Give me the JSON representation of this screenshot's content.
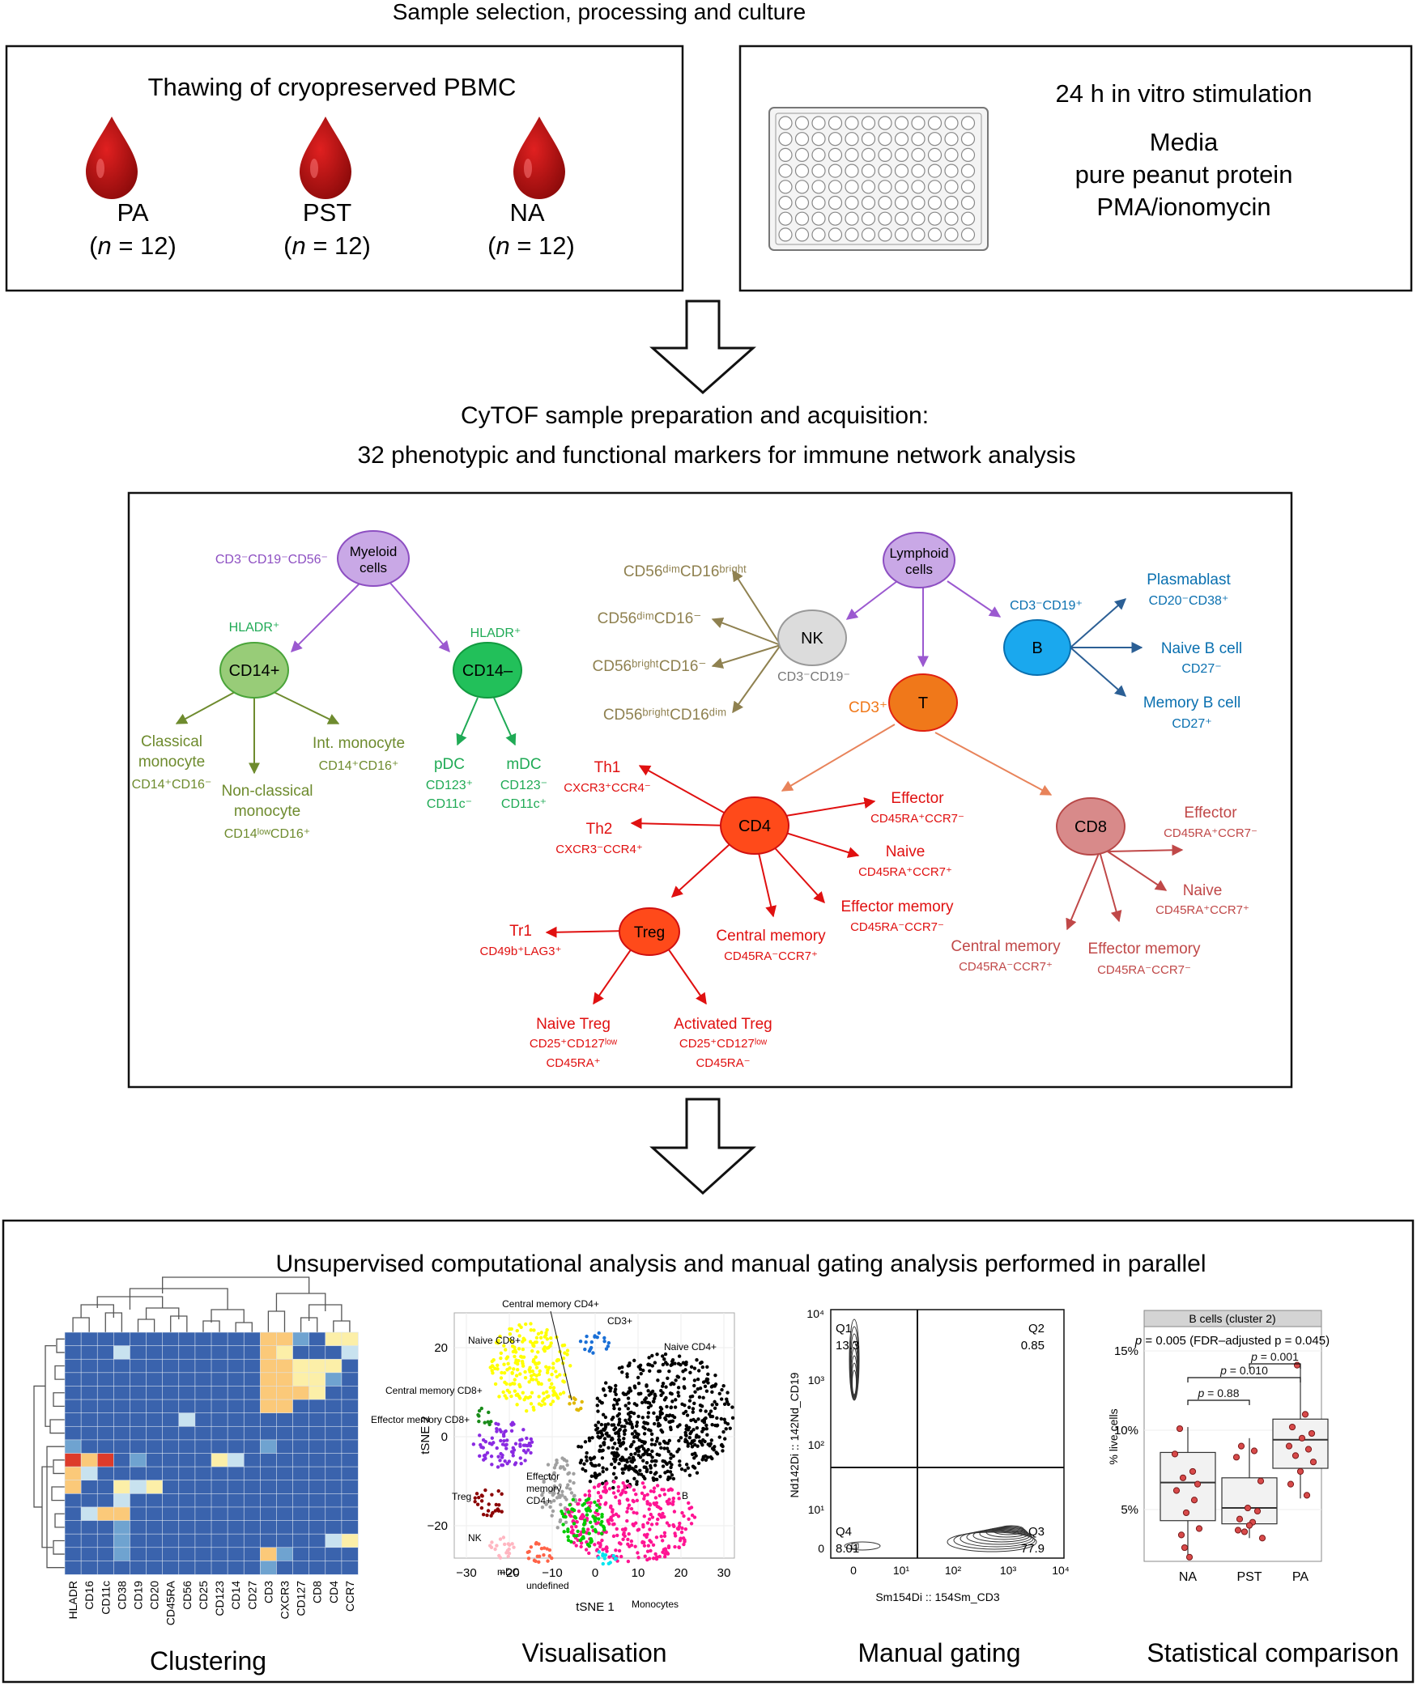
{
  "section1": {
    "title": "Sample selection, processing and culture",
    "thaw_title": "Thawing of cryopreserved PBMC",
    "groups": [
      {
        "label": "PA",
        "n_prefix": "(",
        "n_italic": "n",
        "n_suffix": " = 12)"
      },
      {
        "label": "PST",
        "n_prefix": "(",
        "n_italic": "n",
        "n_suffix": " = 12)"
      },
      {
        "label": "NA",
        "n_prefix": "(",
        "n_italic": "n",
        "n_suffix": " = 12)"
      }
    ],
    "stim_title": "24 h in vitro stimulation",
    "stim_conditions": [
      "Media",
      "pure peanut protein",
      "PMA/ionomycin"
    ]
  },
  "section2": {
    "title_line1": "CyTOF sample preparation and acquisition:",
    "title_line2": "32 phenotypic and functional markers for immune network analysis"
  },
  "tree": {
    "myeloid": {
      "line1": "Myeloid",
      "line2": "cells",
      "marker": "CD3⁻CD19⁻CD56⁻"
    },
    "cd14p": {
      "label": "CD14+",
      "marker": "HLADR⁺"
    },
    "cd14m": {
      "label": "CD14–",
      "marker": "HLADR⁺"
    },
    "classical": {
      "l1": "Classical",
      "l2": "monocyte",
      "m": "CD14⁺CD16⁻"
    },
    "nonclassical": {
      "l1": "Non-classical",
      "l2": "monocyte",
      "m": "CD14ˡᵒʷCD16⁺"
    },
    "intmono": {
      "l1": "Int. monocyte",
      "m": "CD14⁺CD16⁺"
    },
    "pdc": {
      "l1": "pDC",
      "m1": "CD123⁺",
      "m2": "CD11c⁻"
    },
    "mdc": {
      "l1": "mDC",
      "m1": "CD123⁻",
      "m2": "CD11c⁺"
    },
    "lymphoid": {
      "line1": "Lymphoid",
      "line2": "cells"
    },
    "nk": {
      "label": "NK",
      "marker": "CD3⁻CD19⁻"
    },
    "nk_subsets": [
      "CD56ᵈⁱᵐCD16ᵇʳⁱᵍʰᵗ",
      "CD56ᵈⁱᵐCD16⁻",
      "CD56ᵇʳⁱᵍʰᵗCD16⁻",
      "CD56ᵇʳⁱᵍʰᵗCD16ᵈⁱᵐ"
    ],
    "b": {
      "label": "B",
      "marker": "CD3⁻CD19⁺"
    },
    "b_subsets": [
      {
        "l": "Plasmablast",
        "m": "CD20⁻CD38⁺"
      },
      {
        "l": "Naive B cell",
        "m": "CD27⁻"
      },
      {
        "l": "Memory B cell",
        "m": "CD27⁺"
      }
    ],
    "t": {
      "label": "T",
      "marker": "CD3⁺"
    },
    "cd4": {
      "label": "CD4"
    },
    "cd8": {
      "label": "CD8"
    },
    "th1": {
      "l": "Th1",
      "m": "CXCR3⁺CCR4⁻"
    },
    "th2": {
      "l": "Th2",
      "m": "CXCR3⁻CCR4⁺"
    },
    "cd4_subsets": [
      {
        "l": "Effector",
        "m": "CD45RA⁺CCR7⁻"
      },
      {
        "l": "Naive",
        "m": "CD45RA⁺CCR7⁺"
      },
      {
        "l": "Effector memory",
        "m": "CD45RA⁻CCR7⁻"
      },
      {
        "l": "Central memory",
        "m": "CD45RA⁻CCR7⁺"
      }
    ],
    "treg": {
      "label": "Treg"
    },
    "tr1": {
      "l": "Tr1",
      "m": "CD49b⁺LAG3⁺"
    },
    "naive_treg": {
      "l": "Naive Treg",
      "m1": "CD25⁺CD127ˡᵒʷ",
      "m2": "CD45RA⁺"
    },
    "act_treg": {
      "l": "Activated Treg",
      "m1": "CD25⁺CD127ˡᵒʷ",
      "m2": "CD45RA⁻"
    },
    "cd8_subsets": [
      {
        "l": "Effector",
        "m": "CD45RA⁺CCR7⁻"
      },
      {
        "l": "Naive",
        "m": "CD45RA⁺CCR7⁺"
      },
      {
        "l": "Central memory",
        "m": "CD45RA⁻CCR7⁺"
      },
      {
        "l": "Effector memory",
        "m": "CD45RA⁻CCR7⁻"
      }
    ]
  },
  "section3": {
    "title": "Unsupervised computational analysis and manual gating analysis performed in parallel",
    "panel_labels": [
      "Clustering",
      "Visualisation",
      "Manual gating",
      "Statistical comparison"
    ],
    "heatmap_columns": [
      "HLADR",
      "CD16",
      "CD11c",
      "CD38",
      "CD19",
      "CD20",
      "CD45RA",
      "CD56",
      "CD25",
      "CD123",
      "CD14",
      "CD27",
      "CD3",
      "CXCR3",
      "CD127",
      "CD8",
      "CD4",
      "CCR7"
    ],
    "tsne": {
      "xlabel": "tSNE 1",
      "ylabel": "tSNE 2",
      "xticks": [
        "−30",
        "−20",
        "−10",
        "0",
        "10",
        "20",
        "30"
      ],
      "yticks": [
        "20",
        "0",
        "−20"
      ],
      "clusters": [
        {
          "name": "Central memory CD4+",
          "color": "#e0b800"
        },
        {
          "name": "CD3+",
          "color": "#1a6fd6"
        },
        {
          "name": "Naive CD8+",
          "color": "#ffff00"
        },
        {
          "name": "Naive CD4+",
          "color": "#000000"
        },
        {
          "name": "Central memory CD8+",
          "color": "#1a8c1a"
        },
        {
          "name": "Effector memory CD8+",
          "color": "#8a2be2"
        },
        {
          "name": "Treg",
          "color": "#8b0000"
        },
        {
          "name": "Effector memory CD4+",
          "color": "#a0a0a0"
        },
        {
          "name": "B",
          "color": "#ff1493"
        },
        {
          "name": "NK",
          "color": "#ffb6c1"
        },
        {
          "name": "mDC",
          "color": "#ff6347"
        },
        {
          "name": "undefined",
          "color": "#00cc00"
        },
        {
          "name": "Monocytes",
          "color": "#00e5ee"
        }
      ]
    },
    "gating": {
      "xlabel": "Sm154Di :: 154Sm_CD3",
      "ylabel": "Nd142Di :: 142Nd_CD19",
      "quadrants": [
        {
          "name": "Q1",
          "value": "13.3"
        },
        {
          "name": "Q2",
          "value": "0.85"
        },
        {
          "name": "Q3",
          "value": "77.9"
        },
        {
          "name": "Q4",
          "value": "8.01"
        }
      ],
      "xticks": [
        "0",
        "10¹",
        "10²",
        "10³",
        "10⁴"
      ],
      "yticks": [
        "10⁴",
        "10³",
        "10²",
        "10¹",
        "0"
      ]
    },
    "stats": {
      "panel_title": "B cells (cluster 2)",
      "main_p": "p = 0.005 (FDR–adjusted p = 0.045)",
      "comparisons": [
        {
          "pair": [
            "PST",
            "PA"
          ],
          "p": "p = 0.001"
        },
        {
          "pair": [
            "NA",
            "PA"
          ],
          "p": "p = 0.010"
        },
        {
          "pair": [
            "NA",
            "PST"
          ],
          "p": "p = 0.88"
        }
      ],
      "ylabel": "% live cells",
      "yticks": [
        "15%",
        "10%",
        "5%"
      ],
      "groups": [
        "NA",
        "PST",
        "PA"
      ]
    }
  }
}
